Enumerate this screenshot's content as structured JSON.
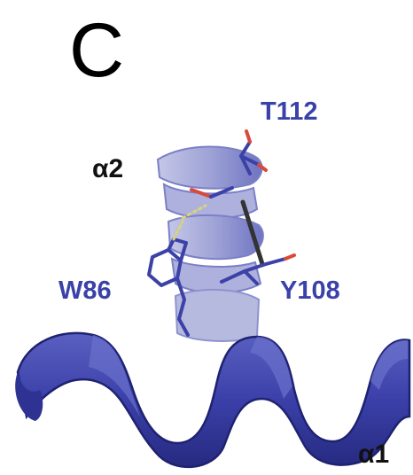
{
  "figure": {
    "panel_letter": "C",
    "helix_labels": {
      "upper": "α2",
      "lower": "α1"
    },
    "residue_labels": {
      "t112": "T112",
      "w86": "W86",
      "y108": "Y108"
    },
    "colors": {
      "helix_dark": "#2e3393",
      "helix_mid": "#4248b4",
      "helix_light": "#8f94d2",
      "helix_pale": "#b7badf",
      "sidechain": "#3b41a6",
      "oxygen": "#d84a3a",
      "bond": "#333333",
      "hbond": "#d8d47a",
      "label_residue": "#3a41a8",
      "label_helix": "#111111"
    }
  }
}
